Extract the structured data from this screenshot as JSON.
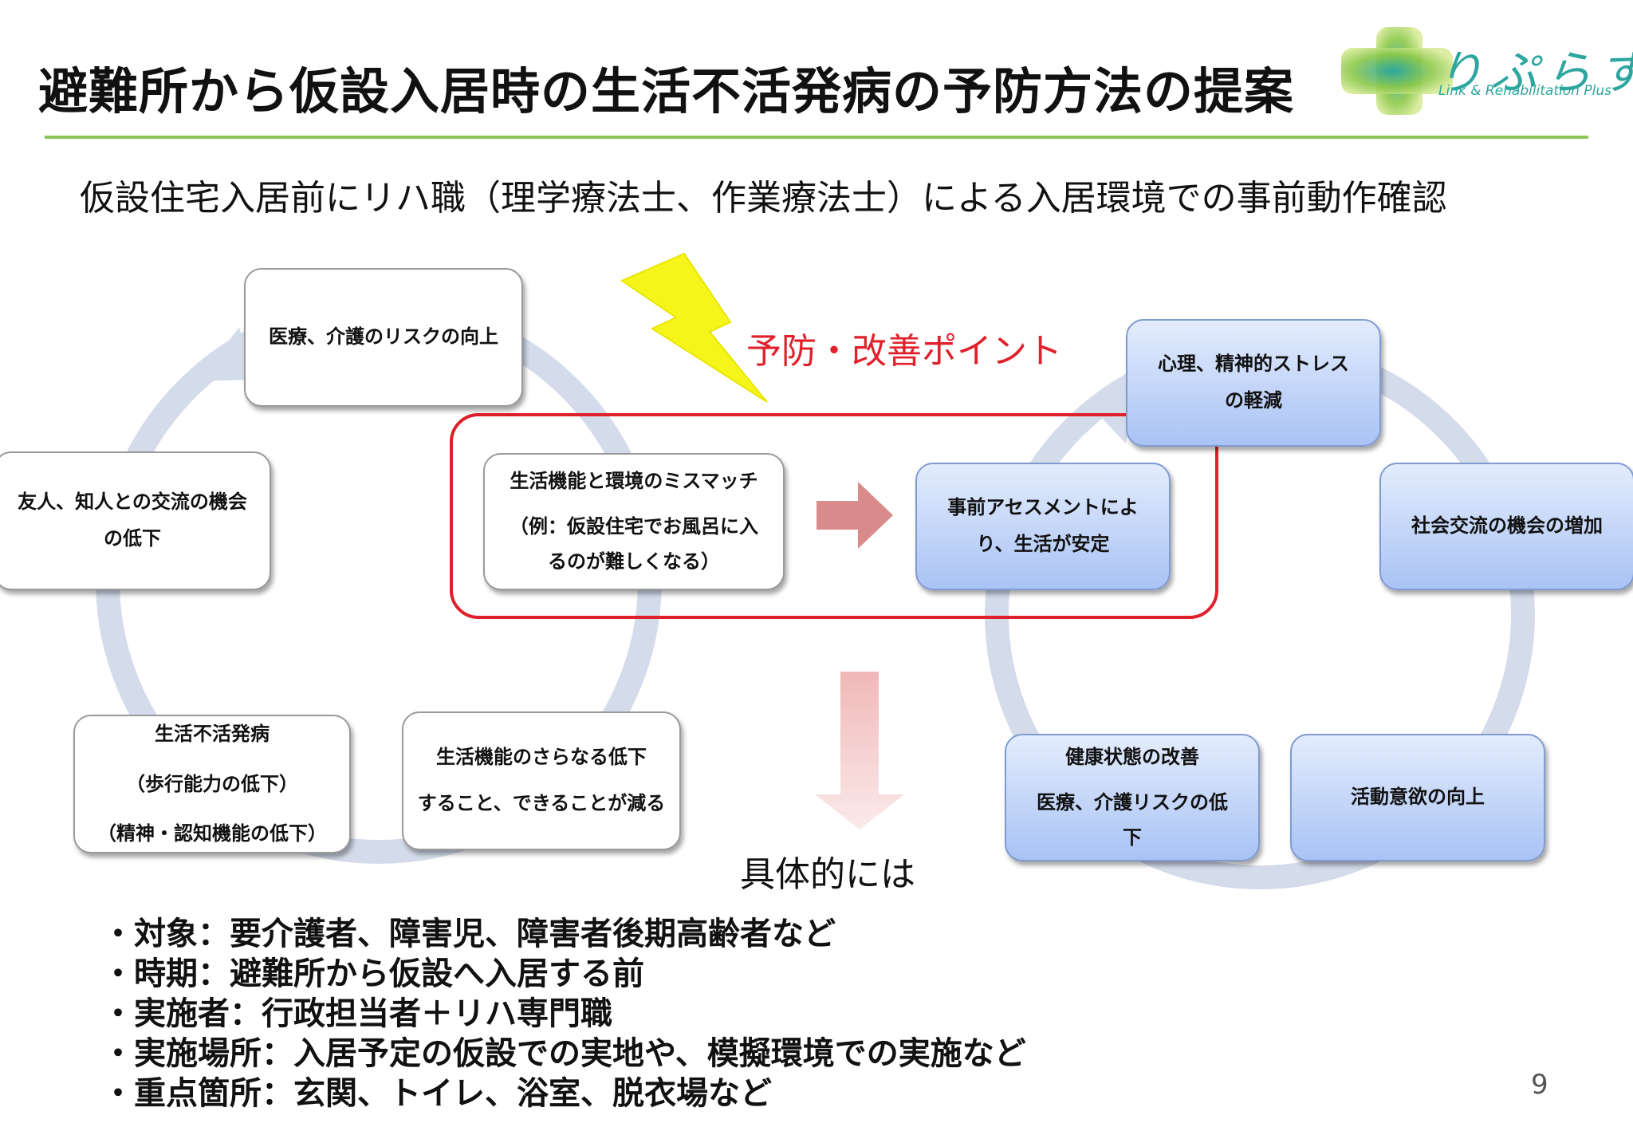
{
  "title": "避難所から仮設入居時の生活不活発病の予防方法の提案",
  "subtitle": "仮設住宅入居前にリハ職（理学療法士、作業療法士）による入居環境での事前動作確認",
  "logo": {
    "text": "りぷらす",
    "subtext": "Link & Rehabilitation Plus"
  },
  "left_cycle": {
    "top": "医療、介護のリスクの向上",
    "left": [
      "友人、知人との交流の機会",
      "の低下"
    ],
    "bottom_left": [
      "生活不活発病",
      "（歩行能力の低下）",
      "（精神・認知機能の低下）"
    ],
    "bottom_right": [
      "生活機能のさらなる低下",
      "すること、できることが減る"
    ]
  },
  "center": {
    "mismatch": [
      "生活機能と環境のミスマッチ",
      "（例：仮設住宅でお風呂に入",
      "るのが難しくなる）"
    ],
    "point_label": "予防・改善ポイント",
    "assessment": [
      "事前アセスメントによ",
      "り、生活が安定"
    ],
    "concrete_label": "具体的には"
  },
  "right_cycle": {
    "top": [
      "心理、精神的ストレス",
      "の軽減"
    ],
    "right": "社会交流の機会の増加",
    "bottom_right": "活動意欲の向上",
    "bottom_left": [
      "健康状態の改善",
      "医療、介護リスクの低",
      "下"
    ]
  },
  "bullets": [
    "・対象：要介護者、障害児、障害者後期高齢者など",
    "・時期：避難所から仮設へ入居する前",
    "・実施者：行政担当者＋リハ専門職",
    "・実施場所：入居予定の仮設での実地や、模擬環境での実施など",
    "・重点箇所：玄関、トイレ、浴室、脱衣場など"
  ],
  "page_number": "9",
  "colors": {
    "accent_rule": "#8fc45a",
    "highlight_red": "#e0202a",
    "cycle_arrow": "#d4dceb",
    "blue_box": "#a9c3f5",
    "lightning": "#f5f51a",
    "right_arrow": "#d98b8b",
    "down_arrow": "#f4d4d4"
  }
}
